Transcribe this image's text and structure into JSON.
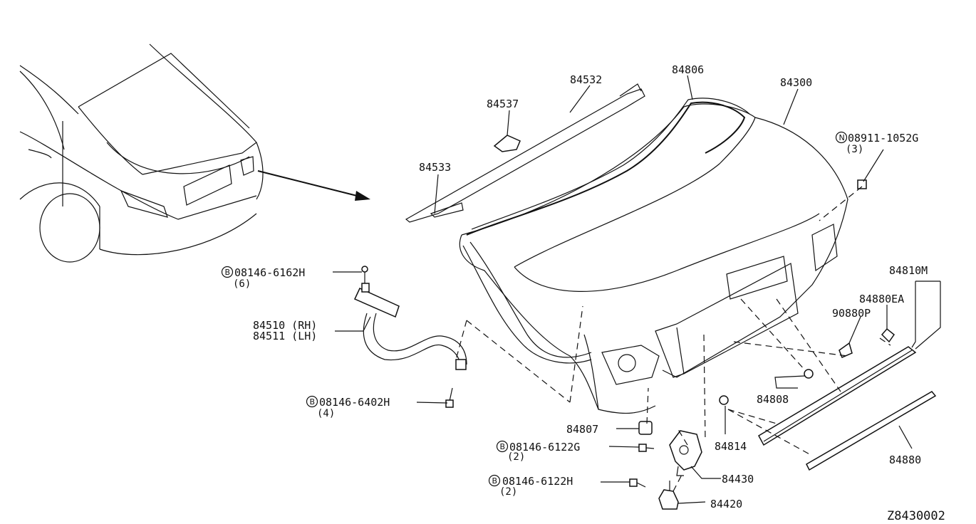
{
  "diagram_id": "Z8430002",
  "labels": {
    "p84532": "84532",
    "p84806": "84806",
    "p84300": "84300",
    "p84537": "84537",
    "p84533": "84533",
    "nut_code": "08911-1052G",
    "nut_qty": "(3)",
    "nut_prefix": "N",
    "bolt_hinge_code": "08146-6162H",
    "bolt_hinge_qty": "(6)",
    "hinge_rh": "84510 (RH)",
    "hinge_lh": "84511 (LH)",
    "bolt_hinge_lower_code": "08146-6402H",
    "bolt_hinge_lower_qty": "(4)",
    "p84807": "84807",
    "bolt_lock_code": "08146-6122G",
    "bolt_lock_qty": "(2)",
    "bolt_striker_code": "08146-6122H",
    "bolt_striker_qty": "(2)",
    "p84430": "84430",
    "p84420": "84420",
    "p84814": "84814",
    "p84808": "84808",
    "p90880P": "90880P",
    "p84880EA": "84880EA",
    "p84810M": "84810M",
    "p84880": "84880",
    "bolt_prefix": "B"
  }
}
